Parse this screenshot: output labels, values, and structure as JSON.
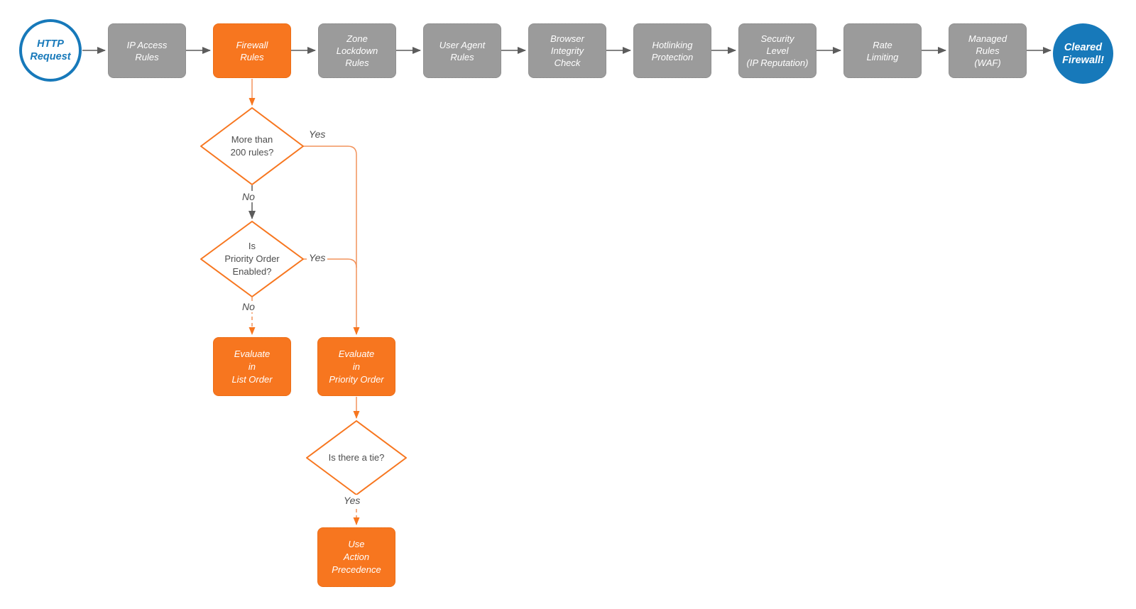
{
  "colors": {
    "accent_orange": "#F7761F",
    "connector_orange": "#F2935C",
    "node_gray": "#9B9B9B",
    "brand_blue": "#1779BA",
    "connector_gray": "#5C5C5C",
    "diamond_text": "#4D4D4D"
  },
  "flow": {
    "start": {
      "label": "HTTP\nRequest"
    },
    "stages": [
      "IP Access\nRules",
      "Firewall\nRules",
      "Zone\nLockdown\nRules",
      "User Agent\nRules",
      "Browser\nIntegrity\nCheck",
      "Hotlinking\nProtection",
      "Security\nLevel\n(IP Reputation)",
      "Rate\nLimiting",
      "Managed\nRules\n(WAF)"
    ],
    "end": {
      "label": "Cleared\nFirewall!"
    }
  },
  "decisions": {
    "more_than_200_rules": {
      "label": "More than\n200 rules?",
      "yes": "Yes",
      "no": "No"
    },
    "priority_order_enabled": {
      "label": "Is\nPriority Order\nEnabled?",
      "yes": "Yes",
      "no": "No"
    },
    "is_there_a_tie": {
      "label": "Is there a tie?",
      "yes": "Yes"
    }
  },
  "processes": {
    "evaluate_in_list_order": {
      "label": "Evaluate\nin\nList Order"
    },
    "evaluate_in_priority_order": {
      "label": "Evaluate\nin\nPriority Order"
    },
    "use_action_precedence": {
      "label": "Use\nAction\nPrecedence"
    }
  }
}
